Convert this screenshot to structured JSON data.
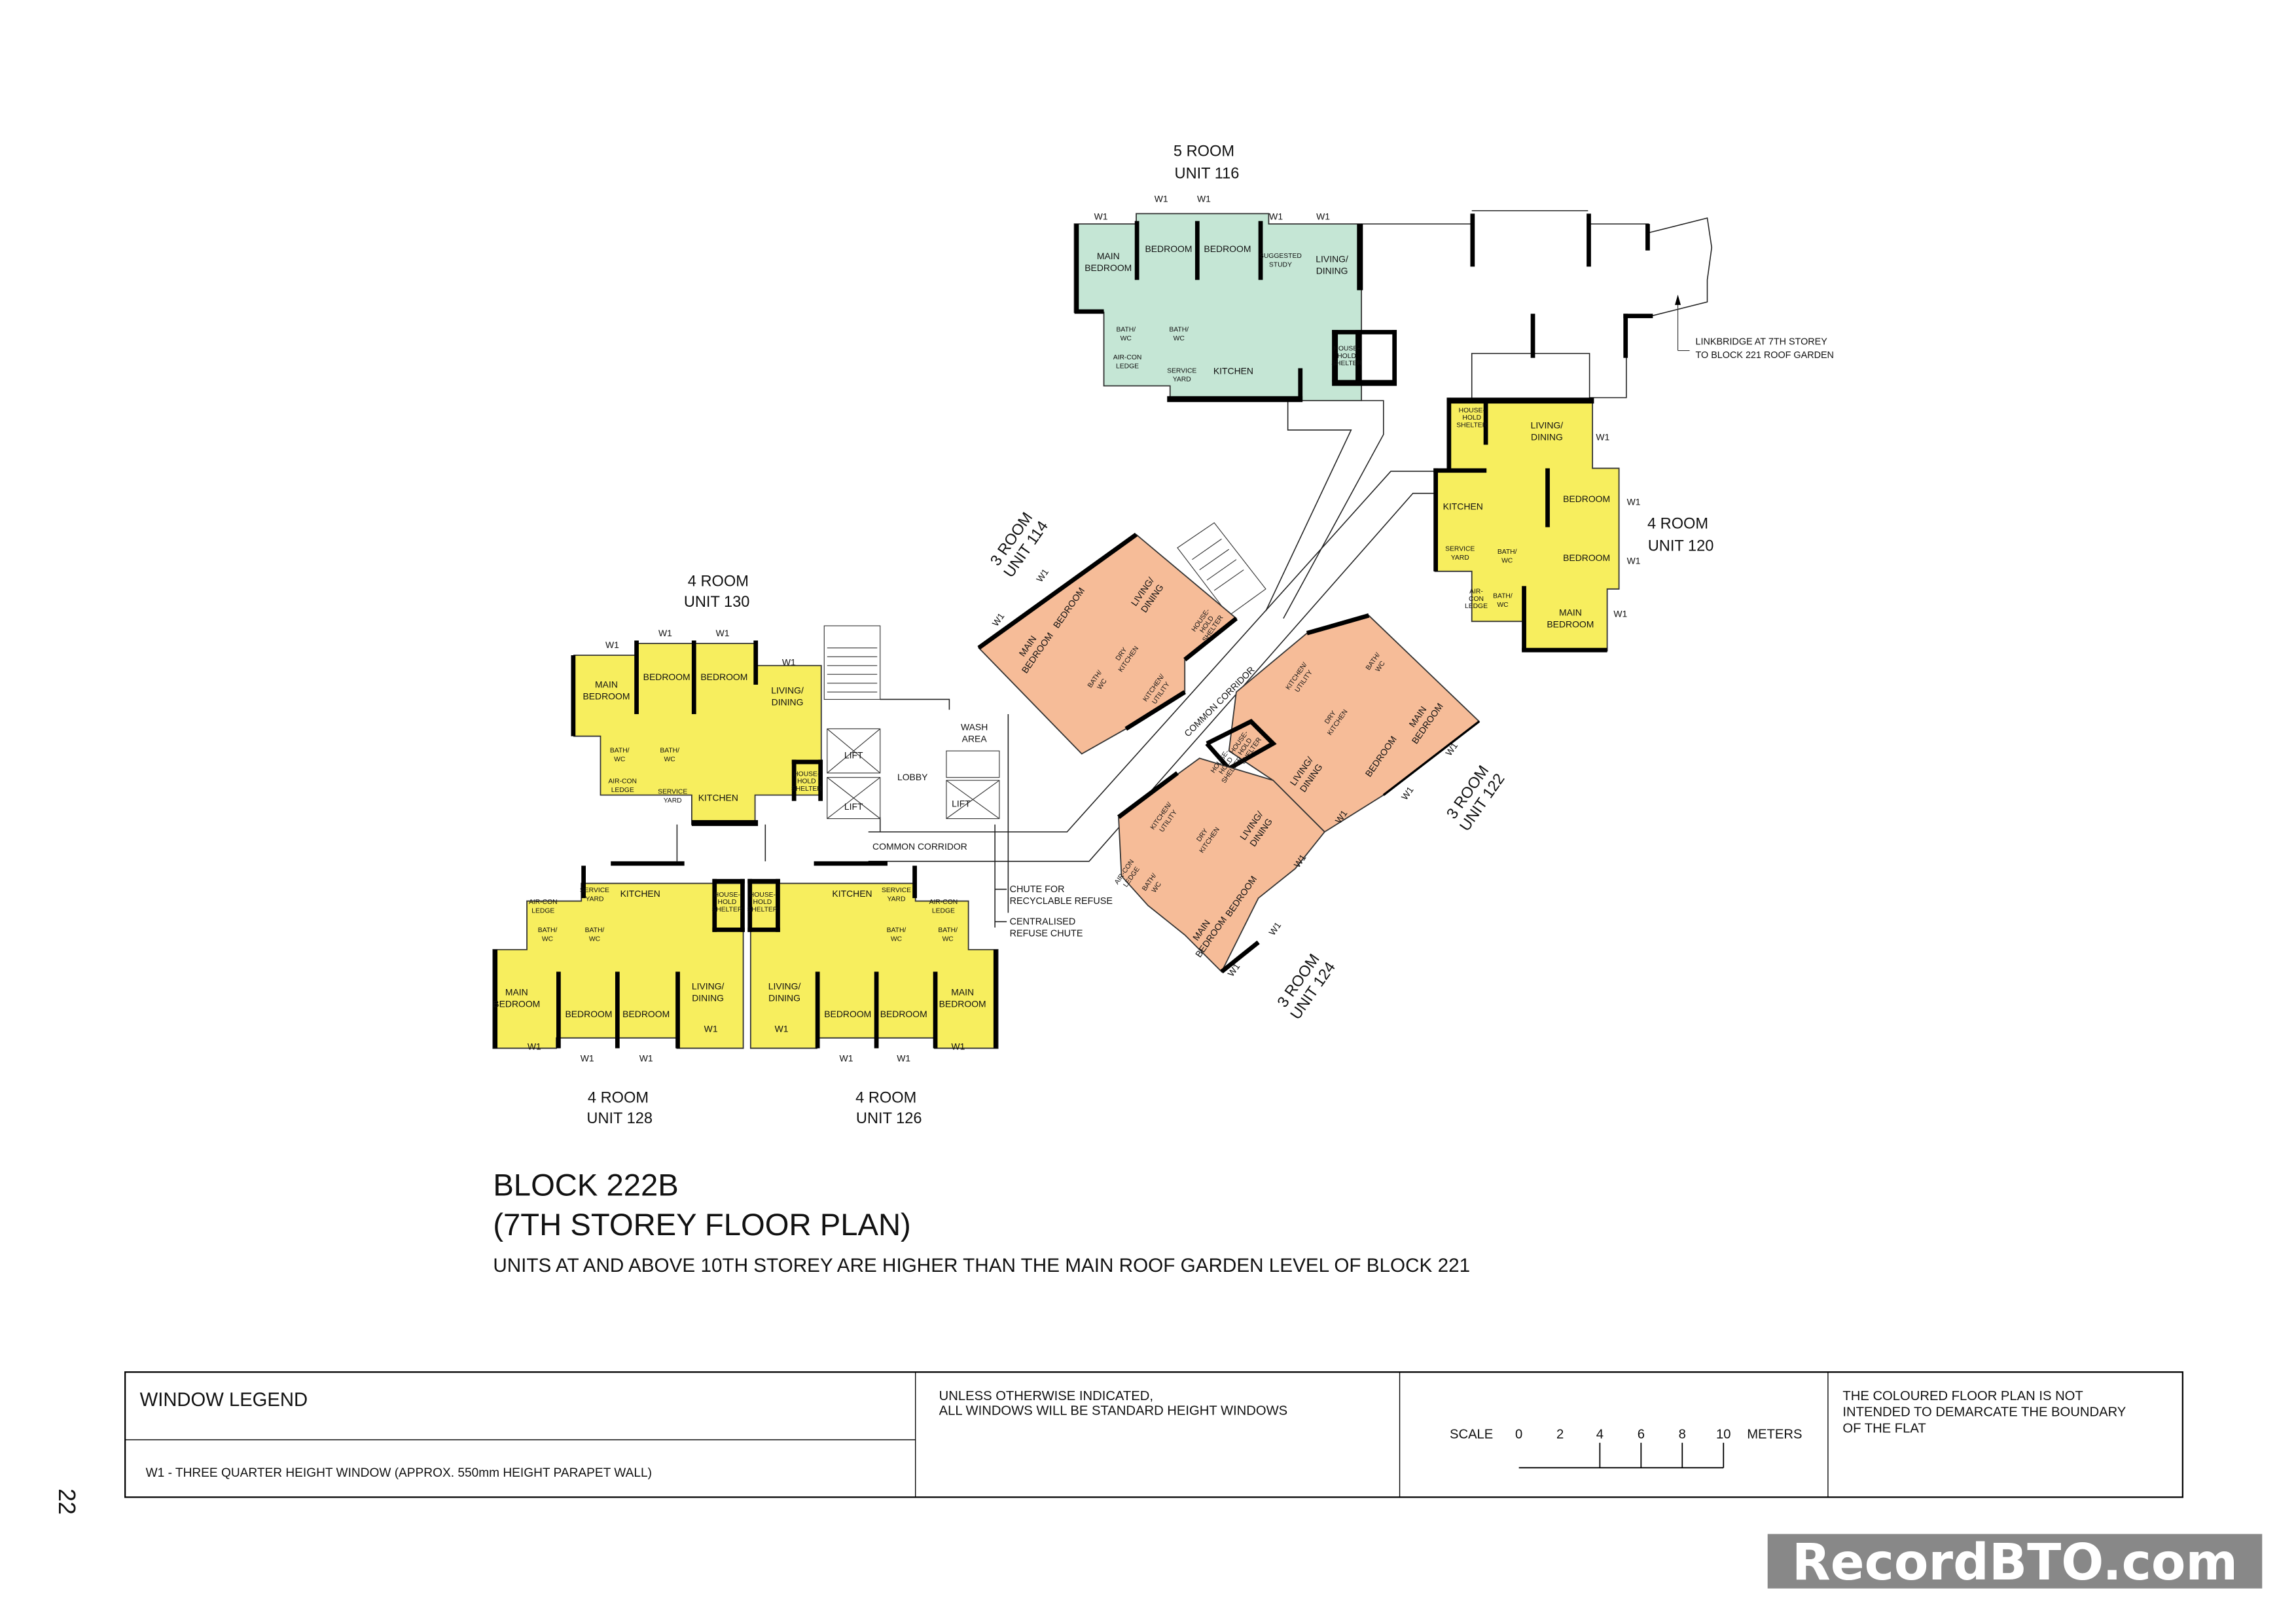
{
  "colors": {
    "five_room": "#c5e6d5",
    "four_room": "#f7ee5e",
    "three_room": "#f6bc98",
    "watermark_bg": "#888888"
  },
  "window_tag": "W1",
  "units": {
    "u116": {
      "type": "5 ROOM",
      "unit": "UNIT 116",
      "rooms": [
        [
          "MAIN",
          "BEDROOM"
        ],
        [
          "BEDROOM"
        ],
        [
          "BEDROOM"
        ],
        [
          "SUGGESTED",
          "STUDY"
        ],
        [
          "LIVING/",
          "DINING"
        ],
        [
          "BATH/",
          "WC"
        ],
        [
          "BATH/",
          "WC"
        ],
        [
          "AIR-CON",
          "LEDGE"
        ],
        [
          "SERVICE",
          "YARD"
        ],
        [
          "KITCHEN"
        ],
        [
          "HOUSE-",
          "HOLD",
          "SHELTER"
        ]
      ]
    },
    "u120": {
      "type": "4 ROOM",
      "unit": "UNIT 120",
      "rooms": [
        [
          "HOUSE-",
          "HOLD",
          "SHELTER"
        ],
        [
          "LIVING/",
          "DINING"
        ],
        [
          "KITCHEN"
        ],
        [
          "BEDROOM"
        ],
        [
          "BEDROOM"
        ],
        [
          "SERVICE",
          "YARD"
        ],
        [
          "BATH/",
          "WC"
        ],
        [
          "BATH/",
          "WC"
        ],
        [
          "AIR-",
          "CON",
          "LEDGE"
        ],
        [
          "MAIN",
          "BEDROOM"
        ]
      ]
    },
    "u130": {
      "type": "4 ROOM",
      "unit": "UNIT 130",
      "rooms": [
        [
          "MAIN",
          "BEDROOM"
        ],
        [
          "BEDROOM"
        ],
        [
          "BEDROOM"
        ],
        [
          "LIVING/",
          "DINING"
        ],
        [
          "BATH/",
          "WC"
        ],
        [
          "BATH/",
          "WC"
        ],
        [
          "AIR-CON",
          "LEDGE"
        ],
        [
          "SERVICE",
          "YARD"
        ],
        [
          "KITCHEN"
        ],
        [
          "HOUSE-",
          "HOLD",
          "SHELTER"
        ]
      ]
    },
    "u128": {
      "type": "4 ROOM",
      "unit": "UNIT 128",
      "rooms": [
        [
          "KITCHEN"
        ],
        [
          "SERVICE",
          "YARD"
        ],
        [
          "AIR-CON",
          "LEDGE"
        ],
        [
          "BATH/",
          "WC"
        ],
        [
          "BATH/",
          "WC"
        ],
        [
          "HOUSE-",
          "HOLD",
          "SHELTER"
        ],
        [
          "MAIN",
          "BEDROOM"
        ],
        [
          "BEDROOM"
        ],
        [
          "BEDROOM"
        ],
        [
          "LIVING/",
          "DINING"
        ]
      ]
    },
    "u126": {
      "type": "4 ROOM",
      "unit": "UNIT 126",
      "rooms": [
        [
          "KITCHEN"
        ],
        [
          "SERVICE",
          "YARD"
        ],
        [
          "AIR-CON",
          "LEDGE"
        ],
        [
          "BATH/",
          "WC"
        ],
        [
          "BATH/",
          "WC"
        ],
        [
          "HOUSE-",
          "HOLD",
          "SHELTER"
        ],
        [
          "MAIN",
          "BEDROOM"
        ],
        [
          "BEDROOM"
        ],
        [
          "BEDROOM"
        ],
        [
          "LIVING/",
          "DINING"
        ]
      ]
    },
    "u114": {
      "type": "3 ROOM",
      "unit": "UNIT 114",
      "rooms": [
        [
          "MAIN",
          "BEDROOM"
        ],
        [
          "BEDROOM"
        ],
        [
          "LIVING/",
          "DINING"
        ],
        [
          "DRY",
          "KITCHEN"
        ],
        [
          "KITCHEN/",
          "UTILITY"
        ],
        [
          "BATH/",
          "WC"
        ],
        [
          "HOUSE-",
          "HOLD",
          "SHELTER"
        ]
      ]
    },
    "u122": {
      "type": "3 ROOM",
      "unit": "UNIT 122",
      "rooms": [
        [
          "KITCHEN/",
          "UTILITY"
        ],
        [
          "BATH/",
          "WC"
        ],
        [
          "DRY",
          "KITCHEN"
        ],
        [
          "LIVING/",
          "DINING"
        ],
        [
          "BEDROOM"
        ],
        [
          "MAIN",
          "BEDROOM"
        ],
        [
          "HOUSE-",
          "HOLD",
          "SHELTER"
        ]
      ]
    },
    "u124": {
      "type": "3 ROOM",
      "unit": "UNIT 124",
      "rooms": [
        [
          "KITCHEN/",
          "UTILITY"
        ],
        [
          "DRY",
          "KITCHEN"
        ],
        [
          "LIVING/",
          "DINING"
        ],
        [
          "BATH/",
          "WC"
        ],
        [
          "MAIN",
          "BEDROOM"
        ],
        [
          "BEDROOM"
        ],
        [
          "HOUSE-",
          "HOLD",
          "SHELTER"
        ],
        [
          "AIR-CON",
          "LEDGE"
        ]
      ]
    }
  },
  "common": {
    "lift": "LIFT",
    "lobby": "LOBBY",
    "wash_area": [
      "WASH",
      "AREA"
    ],
    "common_corridor": "COMMON CORRIDOR",
    "chute_recyclable": [
      "CHUTE FOR",
      "RECYCLABLE REFUSE"
    ],
    "centralised_chute": [
      "CENTRALISED",
      "REFUSE CHUTE"
    ],
    "linkbridge": [
      "LINKBRIDGE AT 7TH STOREY",
      "TO BLOCK 221 ROOF GARDEN"
    ]
  },
  "title": {
    "block": "BLOCK 222B",
    "storey": "(7TH STOREY FLOOR PLAN)",
    "subtitle": "UNITS AT AND ABOVE 10TH STOREY ARE HIGHER THAN THE MAIN ROOF GARDEN LEVEL OF BLOCK 221"
  },
  "legend": {
    "heading": "WINDOW LEGEND",
    "w1": "W1 - THREE QUARTER HEIGHT WINDOW (APPROX. 550mm HEIGHT PARAPET WALL)",
    "note_windows": [
      "UNLESS OTHERWISE INDICATED,",
      "ALL WINDOWS WILL BE STANDARD HEIGHT WINDOWS"
    ],
    "scale_label": "SCALE",
    "scale_ticks": [
      "0",
      "2",
      "4",
      "6",
      "8",
      "10"
    ],
    "scale_unit": "METERS",
    "disclaimer": [
      "THE COLOURED FLOOR PLAN IS NOT",
      "INTENDED TO DEMARCATE THE BOUNDARY",
      "OF THE FLAT"
    ]
  },
  "page_number": "22",
  "watermark": "RecordBTO.com"
}
